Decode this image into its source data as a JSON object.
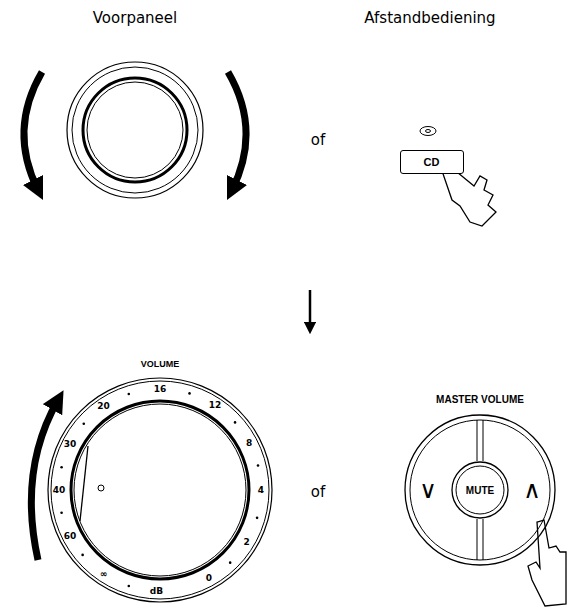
{
  "diagram": {
    "nodes": [
      {
        "text": [
          "CD"
        ]
      },
      {
        "text": [
          "VOLUME"
        ]
      },
      {
        "text": [
          "MASTER VOLUME"
        ]
      },
      {
        "text": [
          "MUTE"
        ],
        "in": 2
      }
    ],
    "labels": [
      "Voorpaneel",
      "Afstandbediening",
      "of",
      "of",
      "16",
      "12",
      "8",
      "4",
      "2",
      "0",
      "dB",
      "∞",
      "60",
      "40",
      "30",
      "20",
      "∨",
      "∧"
    ]
  }
}
